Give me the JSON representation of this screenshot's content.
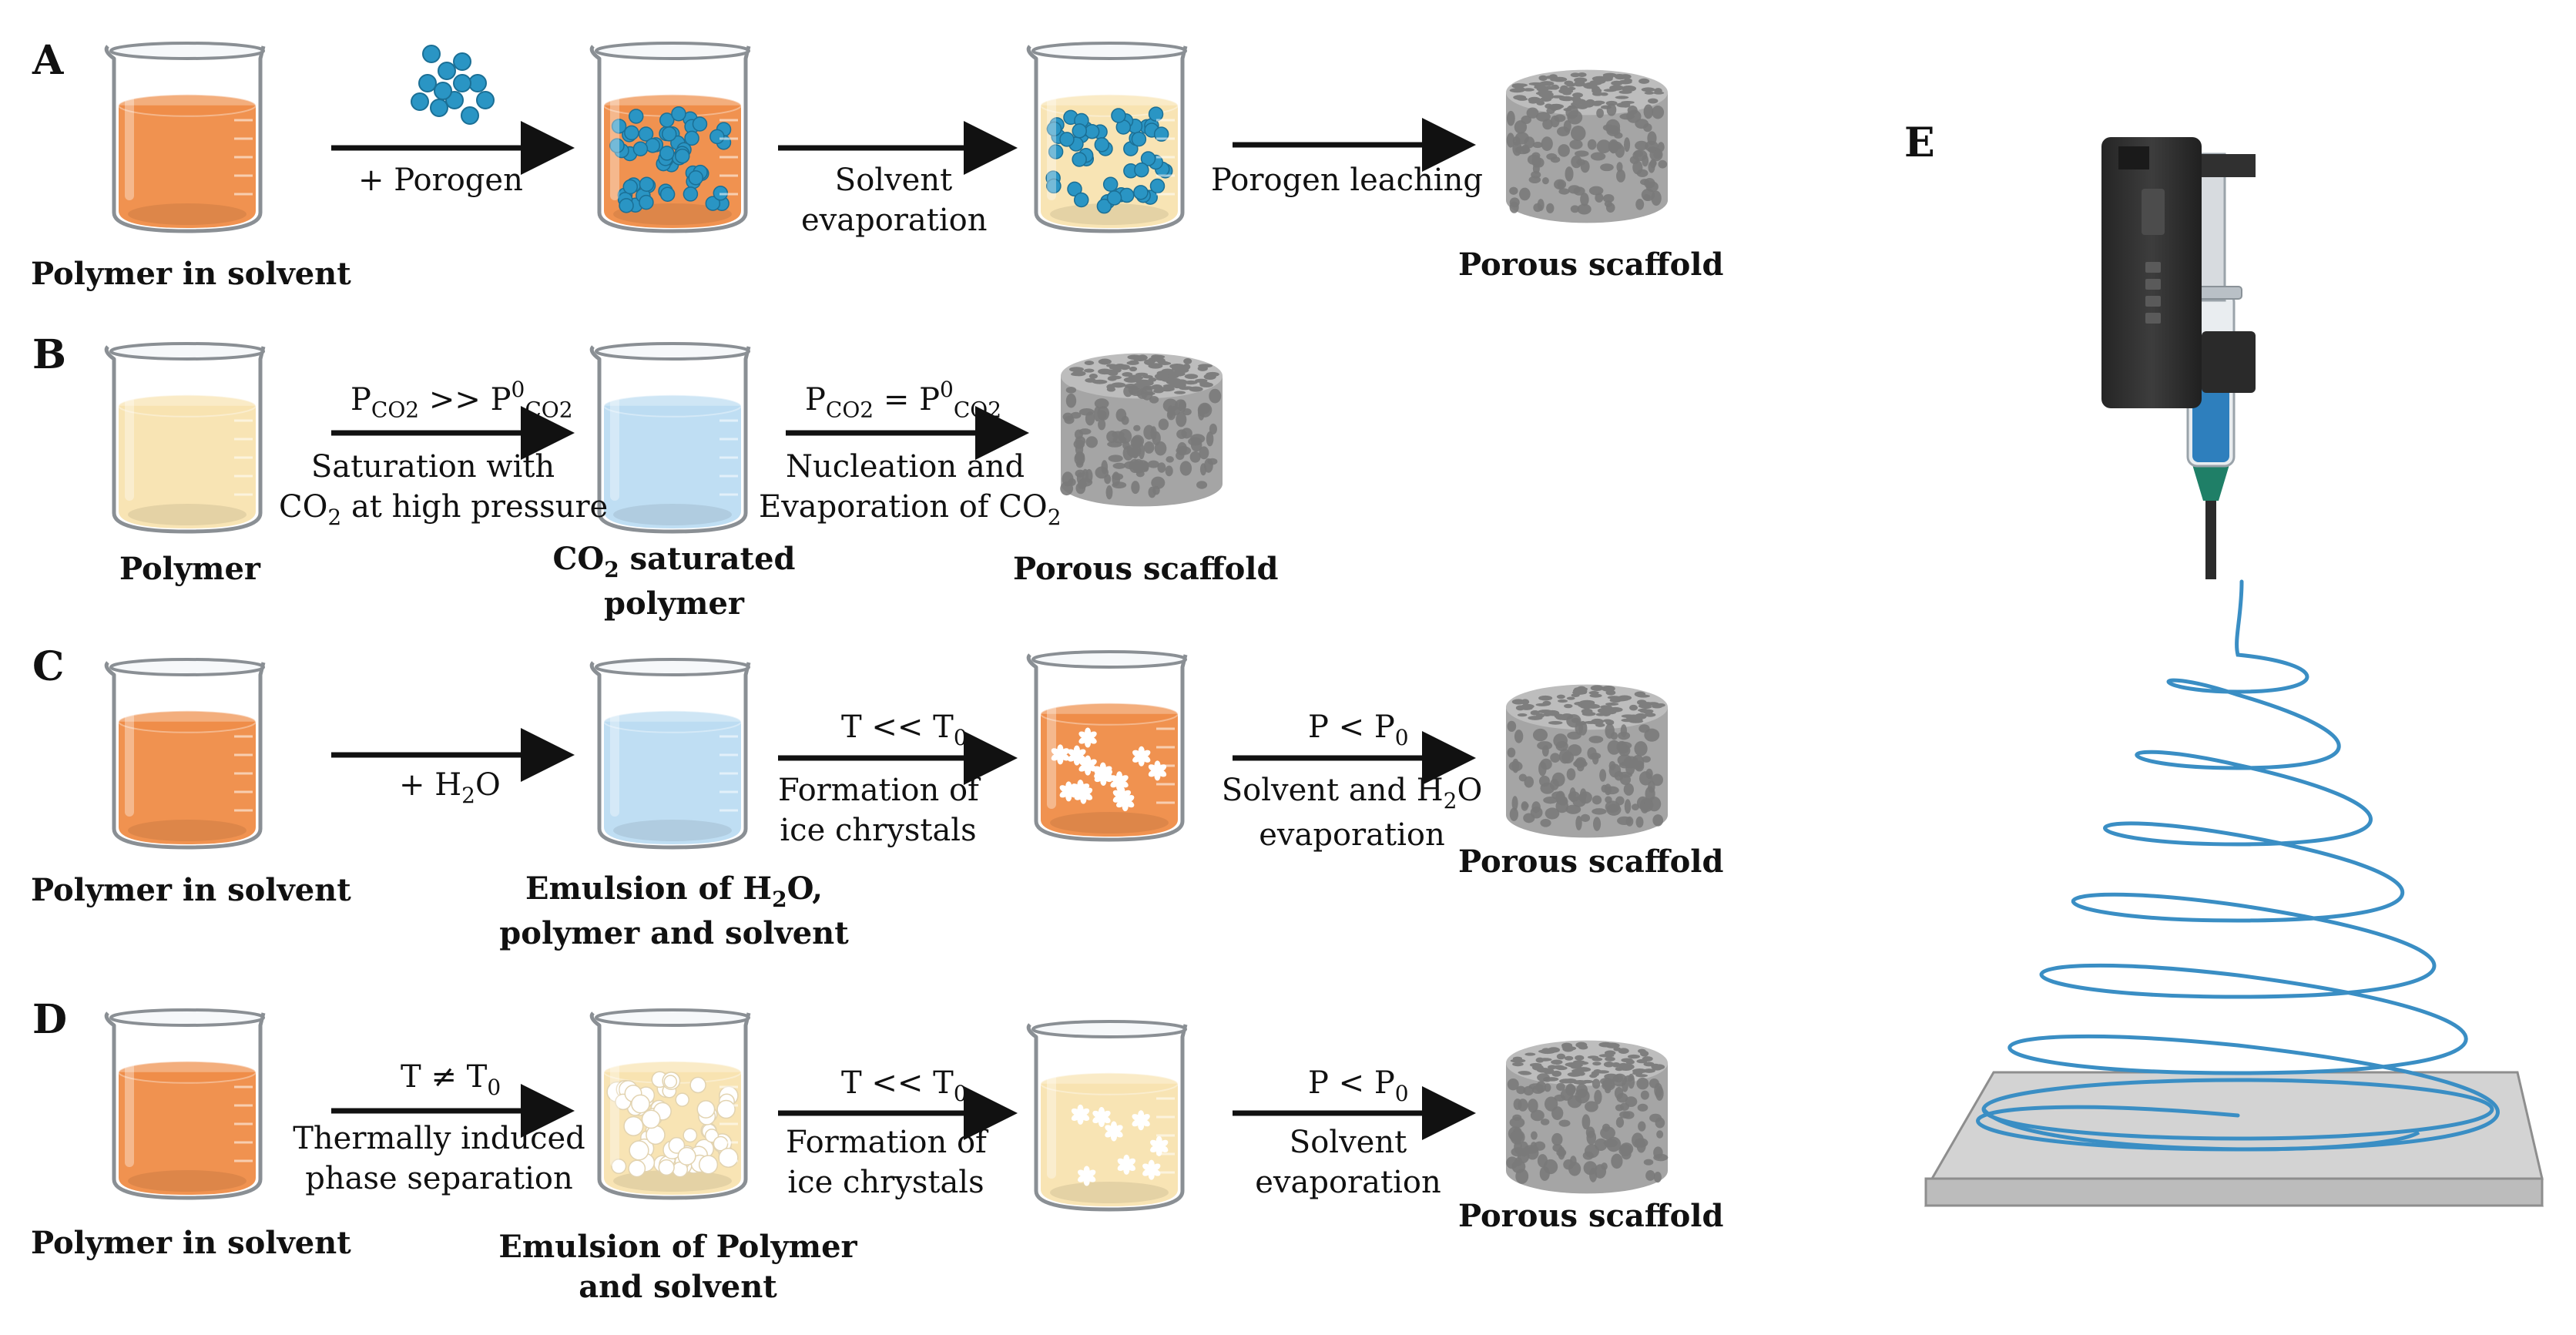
{
  "panels": {
    "A": {
      "letter": "A",
      "step1": "Polymer in solvent",
      "arrow1": "+ Porogen",
      "arrow2_l1": "Solvent",
      "arrow2_l2": "evaporation",
      "arrow3": "Porogen leaching",
      "result": "Porous scaffold"
    },
    "B": {
      "letter": "B",
      "step1": "Polymer",
      "arrow1_formula": {
        "p": "P",
        "sub1": "CO2",
        "op": " >> ",
        "p2": "P",
        "sup": "0",
        "sub2": "CO2"
      },
      "arrow1_l1": "Saturation with",
      "arrow1_l2a": "CO",
      "arrow1_l2sub": "2",
      "arrow1_l2b": " at high pressure",
      "step2_l1a": "CO",
      "step2_l1sub": "2",
      "step2_l1b": " saturated",
      "step2_l2": "polymer",
      "arrow2_formula": {
        "p": "P",
        "sub1": "CO2",
        "op": " = ",
        "p2": "P",
        "sup": "0",
        "sub2": "CO2"
      },
      "arrow2_l1": "Nucleation and",
      "arrow2_l2a": "Evaporation of CO",
      "arrow2_l2sub": "2",
      "result": "Porous scaffold"
    },
    "C": {
      "letter": "C",
      "step1": "Polymer in solvent",
      "arrow1_a": "+ H",
      "arrow1_sub": "2",
      "arrow1_b": "O",
      "step2_l1a": "Emulsion of H",
      "step2_l1sub": "2",
      "step2_l1b": "O,",
      "step2_l2": "polymer and solvent",
      "arrow2_formula": {
        "a": "T << T",
        "sub": "0"
      },
      "arrow2_l1": "Formation of",
      "arrow2_l2": "ice chrystals",
      "arrow3_formula": {
        "a": "P < P",
        "sub": "0"
      },
      "arrow3_l1a": "Solvent and H",
      "arrow3_l1sub": "2",
      "arrow3_l1b": "O",
      "arrow3_l2": "evaporation",
      "result": "Porous scaffold"
    },
    "D": {
      "letter": "D",
      "step1": "Polymer in solvent",
      "arrow1_formula": {
        "a": "T ≠ T",
        "sub": "0"
      },
      "arrow1_l1": "Thermally induced",
      "arrow1_l2": "phase separation",
      "step2_l1": "Emulsion of Polymer",
      "step2_l2": "and solvent",
      "arrow2_formula": {
        "a": "T << T",
        "sub": "0"
      },
      "arrow2_l1": "Formation of",
      "arrow2_l2": "ice chrystals",
      "arrow3_formula": {
        "a": "P < P",
        "sub": "0"
      },
      "arrow3_l1": "Solvent",
      "arrow3_l2": "evaporation",
      "result": "Porous scaffold"
    },
    "E": {
      "letter": "E"
    }
  },
  "colors": {
    "orange": "#ef8c47",
    "orange_light": "#f6b887",
    "yellow": "#f8e3b0",
    "blue_light": "#bcdcf2",
    "porogen_blue": "#2a95c4",
    "scaffold": "#a5a5a5",
    "printer_body": "#2f2f2f",
    "fiber": "#3a8ec4",
    "plate": "#d3d3d3"
  }
}
